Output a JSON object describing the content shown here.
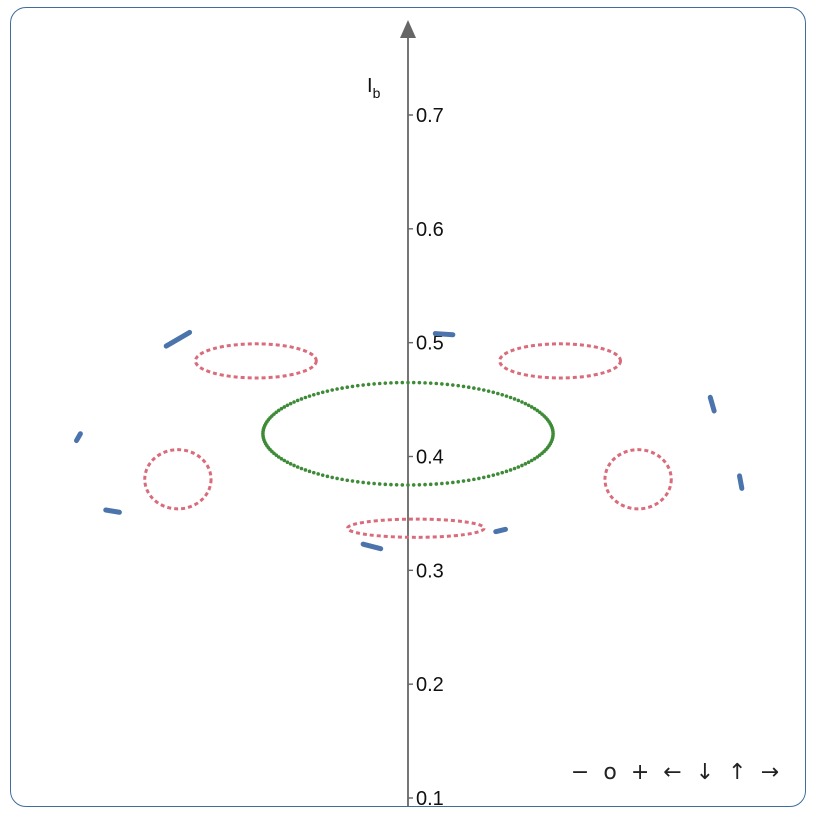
{
  "chart_data": {
    "type": "scatter",
    "ylabel": "I",
    "ylabel_subscript": "b",
    "y_ticks": [
      "0.1",
      "0.2",
      "0.3",
      "0.4",
      "0.5",
      "0.6",
      "0.7"
    ],
    "ylim": [
      0.1,
      0.77
    ],
    "xlim": [
      -1.0,
      1.0
    ],
    "grid": false,
    "series": [
      {
        "color": "#3d8b37",
        "shape": "ellipse",
        "center": [
          0.0,
          0.42
        ],
        "radii": [
          0.372,
          0.045
        ],
        "points": 160,
        "dash": "dotted"
      },
      {
        "color": "#d96b7a",
        "shape": "loops",
        "dash": "dashed",
        "loops": [
          {
            "center": [
              -0.59,
              0.38
            ],
            "radii": [
              0.085,
              0.026
            ]
          },
          {
            "center": [
              0.59,
              0.38
            ],
            "radii": [
              0.085,
              0.026
            ]
          },
          {
            "center": [
              -0.39,
              0.484
            ],
            "radii": [
              0.155,
              0.015
            ]
          },
          {
            "center": [
              0.39,
              0.484
            ],
            "radii": [
              0.155,
              0.015
            ]
          },
          {
            "center": [
              0.02,
              0.337
            ],
            "radii": [
              0.175,
              0.008
            ]
          }
        ]
      },
      {
        "color": "#4a74ab",
        "shape": "segments",
        "segments": [
          [
            [
              -0.62,
              0.497
            ],
            [
              -0.56,
              0.509
            ]
          ],
          [
            [
              0.07,
              0.508
            ],
            [
              0.115,
              0.507
            ]
          ],
          [
            [
              -0.85,
              0.414
            ],
            [
              -0.84,
              0.42
            ]
          ],
          [
            [
              0.775,
              0.452
            ],
            [
              0.785,
              0.44
            ]
          ],
          [
            [
              -0.775,
              0.353
            ],
            [
              -0.74,
              0.351
            ]
          ],
          [
            [
              0.225,
              0.334
            ],
            [
              0.25,
              0.336
            ]
          ],
          [
            [
              -0.115,
              0.323
            ],
            [
              -0.07,
              0.319
            ]
          ],
          [
            [
              0.85,
              0.383
            ],
            [
              0.856,
              0.372
            ]
          ]
        ]
      }
    ]
  },
  "controls": {
    "zoom_out": "−",
    "reset": "o",
    "zoom_in": "+",
    "pan_left": "←",
    "pan_down": "↓",
    "pan_up": "↑",
    "pan_right": "→"
  }
}
